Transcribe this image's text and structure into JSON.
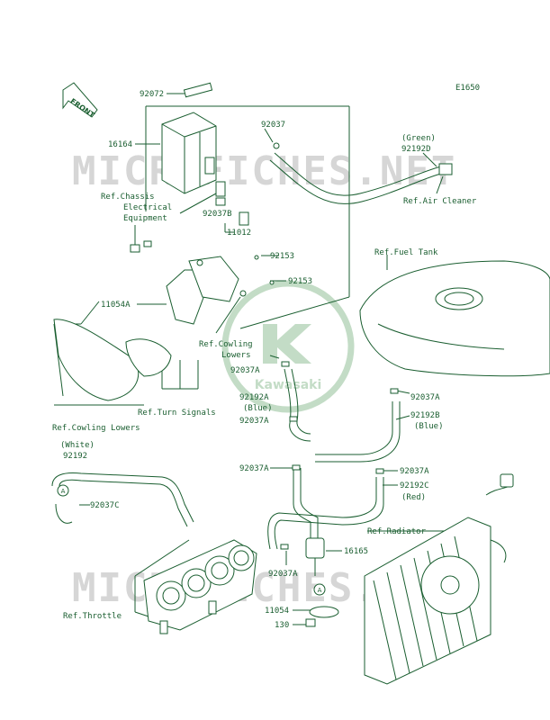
{
  "diagram_code": "E1650",
  "front_marker": "FRONT",
  "watermark": "MICROFICHES.NET",
  "logo_text": "Kawasaki",
  "colors": {
    "ink": "#1a5e30",
    "watermark": "#d6d6d6",
    "logo": "#c3dcc6"
  },
  "labels": {
    "p92072": "92072",
    "p16164": "16164",
    "p92037_top": "92037",
    "green": "(Green)",
    "p92192D": "92192D",
    "air_cleaner": "Ref.Air Cleaner",
    "chassis_1": "Ref.Chassis",
    "chassis_2": "Electrical",
    "chassis_3": "Equipment",
    "p92037B": "92037B",
    "p11012": "11012",
    "fuel_tank": "Ref.Fuel Tank",
    "p92153_a": "92153",
    "p92153_b": "92153",
    "p11054A": "11054A",
    "cowl_1": "Ref.Cowling",
    "cowl_2": "Lowers",
    "p92037A_1": "92037A",
    "p92192A": "92192A",
    "blue_1": "(Blue)",
    "p92037A_2": "92037A",
    "turn_signals": "Ref.Turn Signals",
    "cowl_lowers": "Ref.Cowling Lowers",
    "p92037A_r1": "92037A",
    "p92192B": "92192B",
    "blue_2": "(Blue)",
    "white": "(White)",
    "p92192": "92192",
    "p92037C": "92037C",
    "p92037A_3": "92037A",
    "p92037A_r2": "92037A",
    "p92192C": "92192C",
    "red": "(Red)",
    "radiator": "Ref.Radiator",
    "p16165": "16165",
    "p92037A_4": "92037A",
    "throttle": "Ref.Throttle",
    "p11054": "11054",
    "p130": "130",
    "conn_a1": "A",
    "conn_a2": "A"
  }
}
